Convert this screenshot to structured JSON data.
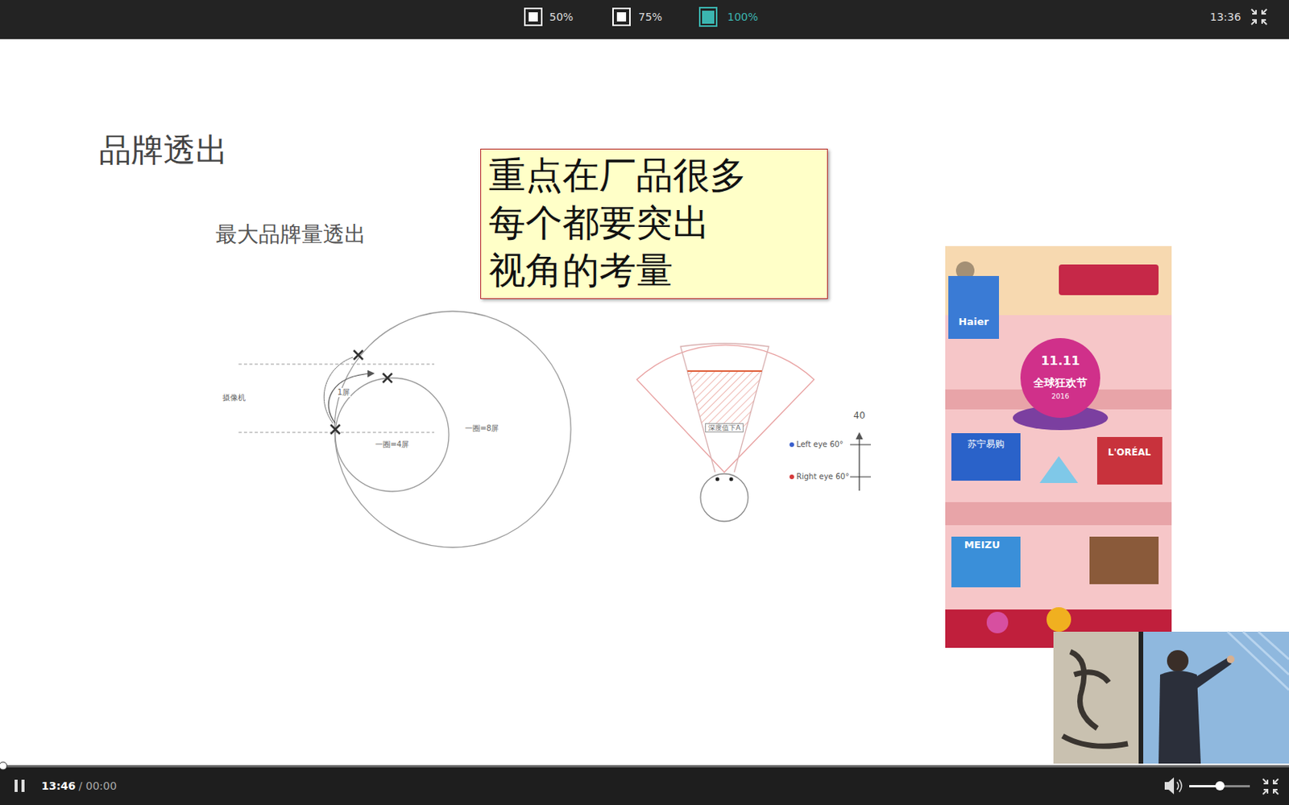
{
  "diagram": {
    "title": "品牌透出",
    "nodes": [
      {
        "text": [
          "重点在厂品很多",
          "每个都要突出",
          "视角的考量"
        ]
      }
    ],
    "labels": [
      "50%",
      "75%",
      "100%",
      "13:36",
      "最大品牌量透出",
      "摄像机",
      "1屏",
      "一圈=4屏",
      "一圈=8屏",
      "深度值下A",
      "40",
      "Left eye 60°",
      "Right eye 60°",
      "Haier",
      "11.11",
      "全球狂欢节",
      "2016",
      "苏宁易购",
      "L'ORÉAL",
      "MEIZU",
      "13:46",
      "/ 00:00"
    ]
  }
}
